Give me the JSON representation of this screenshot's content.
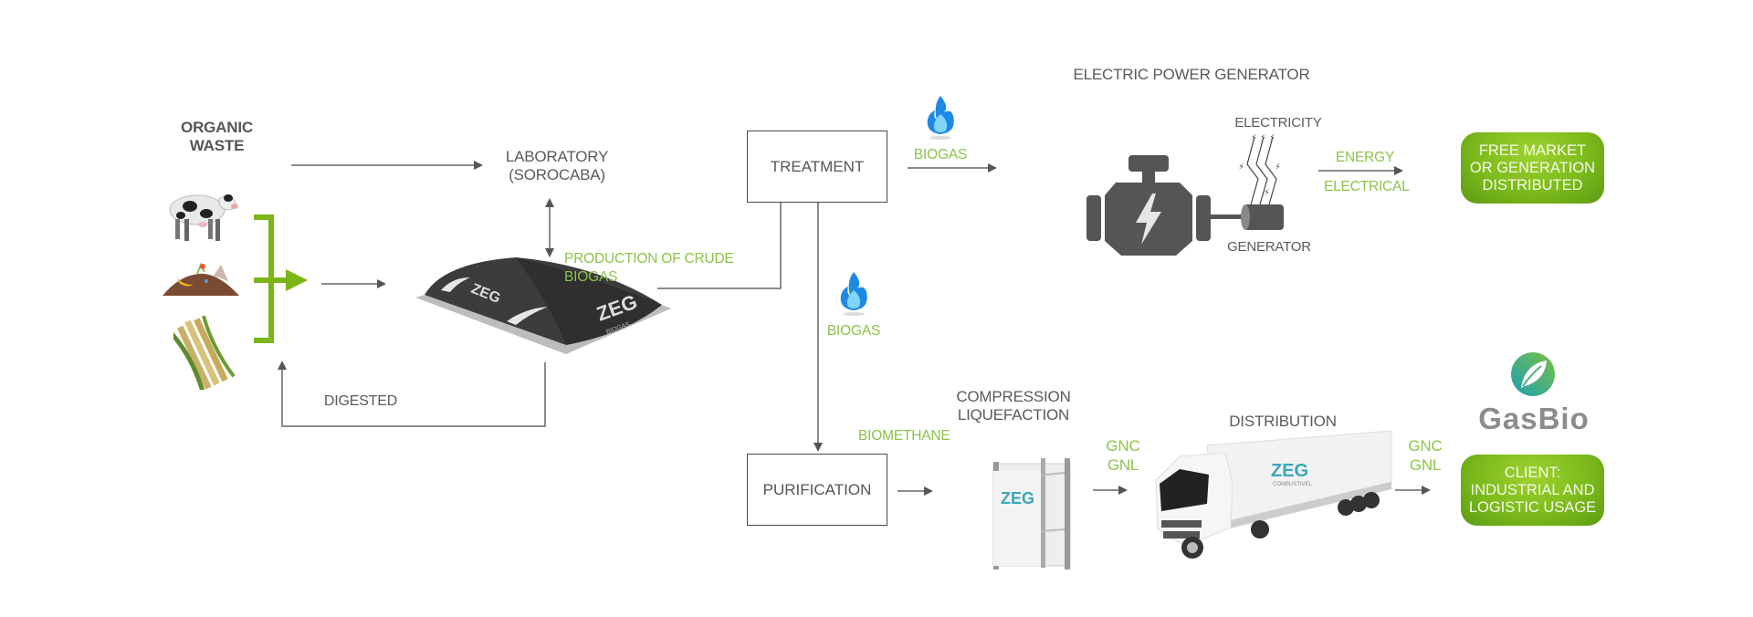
{
  "diagram": {
    "title_electric": "ELECTRIC POWER GENERATOR",
    "organic_waste": [
      "ORGANIC",
      "WASTE"
    ],
    "laboratory": [
      "LABORATORY",
      "(SOROCABA)"
    ],
    "production_label": "PRODUCTION OF CRUDE BIOGAS",
    "digested_label": "DIGESTED",
    "treatment_label": "TREATMENT",
    "purification_label": "PURIFICATION",
    "biogas_label_top": "BIOGAS",
    "biogas_label_mid": "BIOGAS",
    "biomethane_label": "BIOMETHANE",
    "electricity_label": "ELECTRICITY",
    "generator_label": "GENERATOR",
    "energy_label": "ENERGY",
    "electrical_label": "ELECTRICAL",
    "free_market": [
      "FREE MARKET",
      "OR GENERATION",
      "DISTRIBUTED"
    ],
    "compression": [
      "COMPRESSION",
      "LIQUEFACTION"
    ],
    "distribution_label": "DISTRIBUTION",
    "gnc_gnl_left": [
      "GNC",
      "GNL"
    ],
    "gnc_gnl_right": [
      "GNC",
      "GNL"
    ],
    "client": [
      "CLIENT:",
      "INDUSTRIAL AND",
      "LOGISTIC USAGE"
    ],
    "brand_logo": "GasBio",
    "digester_brand": [
      "ZEG",
      "BIOGAS"
    ],
    "container_brand": "ZEG",
    "truck_brand": [
      "ZEG",
      "COMBUSTIVEL"
    ],
    "colors": {
      "accent_green": "#8bc34a",
      "line_gray": "#5a5a5a",
      "flame_blue": "#2196f3",
      "icon_dark": "#4d4d4d"
    }
  },
  "icons": {
    "cow": "cow-icon",
    "compost": "compost-icon",
    "sugarcane": "sugarcane-icon",
    "flame": "flame-icon",
    "engine": "engine-icon",
    "generator": "generator-icon",
    "digester": "biodigester-icon",
    "container": "gas-container-icon",
    "truck": "truck-icon",
    "leaf_logo": "leaf-logo-icon"
  }
}
